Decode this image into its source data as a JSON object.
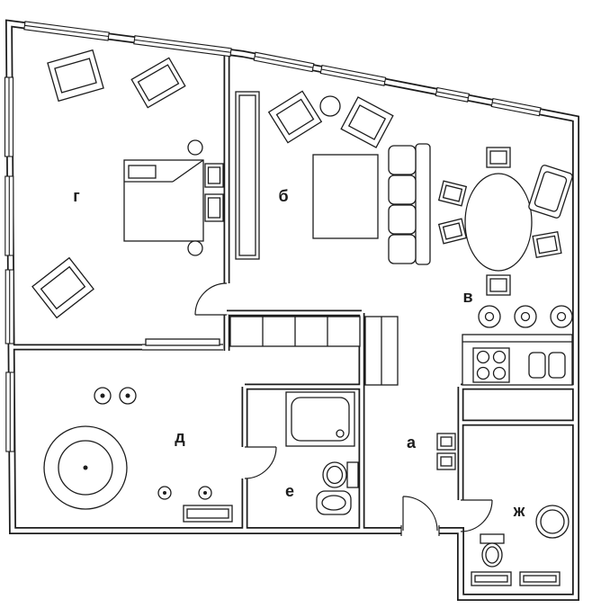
{
  "colors": {
    "line": "#1c1c1c",
    "background": "#ffffff"
  },
  "plan": {
    "type": "apartment-floor-plan"
  },
  "rooms": [
    {
      "id": "g",
      "label": "г"
    },
    {
      "id": "b",
      "label": "б"
    },
    {
      "id": "v",
      "label": "в"
    },
    {
      "id": "d",
      "label": "д"
    },
    {
      "id": "e",
      "label": "е"
    },
    {
      "id": "a",
      "label": "а"
    },
    {
      "id": "zh",
      "label": "ж"
    }
  ]
}
